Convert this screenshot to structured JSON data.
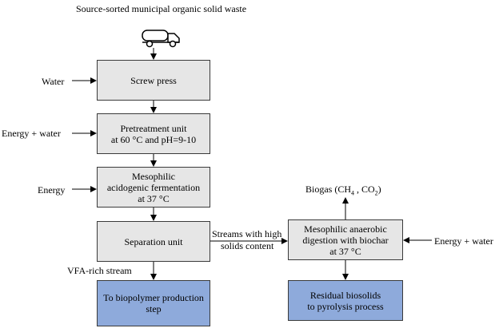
{
  "source_label": "Source-sorted municipal organic solid waste",
  "truck_icon": "truck-icon",
  "boxes": {
    "screw_press": [
      "Screw press"
    ],
    "pretreatment": [
      "Pretreatment unit",
      "at 60 °C and pH=9-10"
    ],
    "fermentation": [
      "Mesophilic",
      "acidogenic fermentation",
      "at 37 °C"
    ],
    "separation": [
      "Separation unit"
    ],
    "biopolymer": [
      "To biopolymer production",
      "step"
    ],
    "anaerobic": [
      "Mesophilic anaerobic",
      "digestion with biochar",
      "at 37 °C"
    ],
    "residual": [
      "Residual biosolids",
      "to pyrolysis process"
    ]
  },
  "inputs": {
    "water": "Water",
    "energy_water_1": "Energy + water",
    "energy": "Energy",
    "energy_water_2": "Energy + water"
  },
  "streams": {
    "high_solids_1": "Streams with high",
    "high_solids_2": "solids content",
    "vfa": "VFA-rich stream"
  },
  "biogas": {
    "prefix": "Biogas (CH",
    "ch4_sub": "4",
    "mid": " , CO",
    "co2_sub": "2",
    "suffix": ")"
  },
  "colors": {
    "process_box": "#e6e6e6",
    "product_box": "#8eaadb",
    "stroke": "#3a3a3a"
  }
}
